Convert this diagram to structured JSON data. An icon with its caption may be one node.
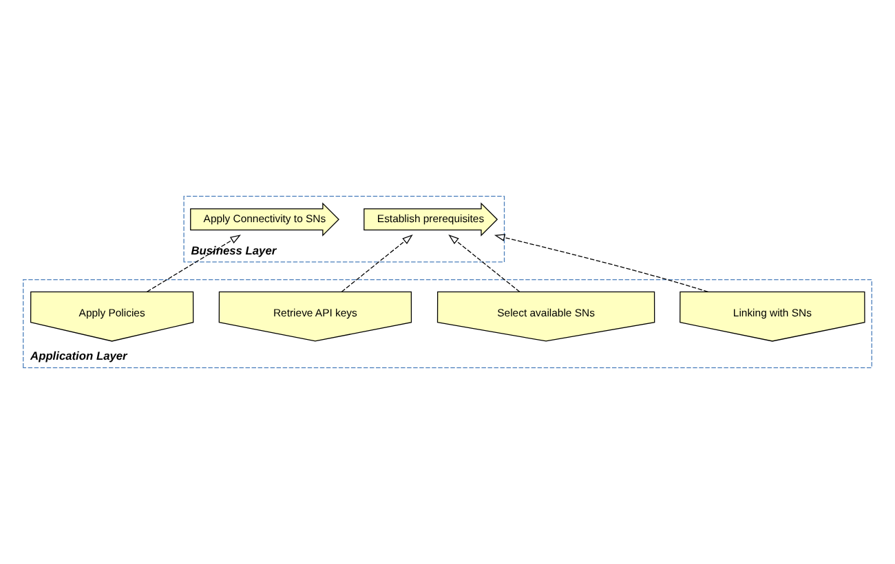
{
  "diagram": {
    "nodes": [
      {
        "text": [
          "Business Layer"
        ]
      },
      {
        "text": [
          "Establish prerequisites"
        ],
        "in": 0
      },
      {
        "text": [
          "Apply Connectivity to SNs"
        ],
        "in": 0
      },
      {
        "text": [
          "Application Layer"
        ]
      },
      {
        "text": [
          "Select available SNs"
        ],
        "in": 3
      },
      {
        "text": [
          "Retrieve API keys"
        ],
        "in": 3
      },
      {
        "text": [
          "Apply Policies"
        ],
        "in": 3
      },
      {
        "text": [
          "Linking with SNs"
        ],
        "in": 3
      }
    ],
    "edges": [
      {
        "from": 4,
        "to": 1,
        "arrow": "to",
        "style": "dashed"
      },
      {
        "from": 5,
        "to": 1,
        "arrow": "to",
        "style": "dashed"
      },
      {
        "from": 7,
        "to": 1,
        "arrow": "to",
        "style": "dashed"
      },
      {
        "from": 6,
        "to": 2,
        "arrow": "to",
        "style": "dashed"
      }
    ]
  }
}
